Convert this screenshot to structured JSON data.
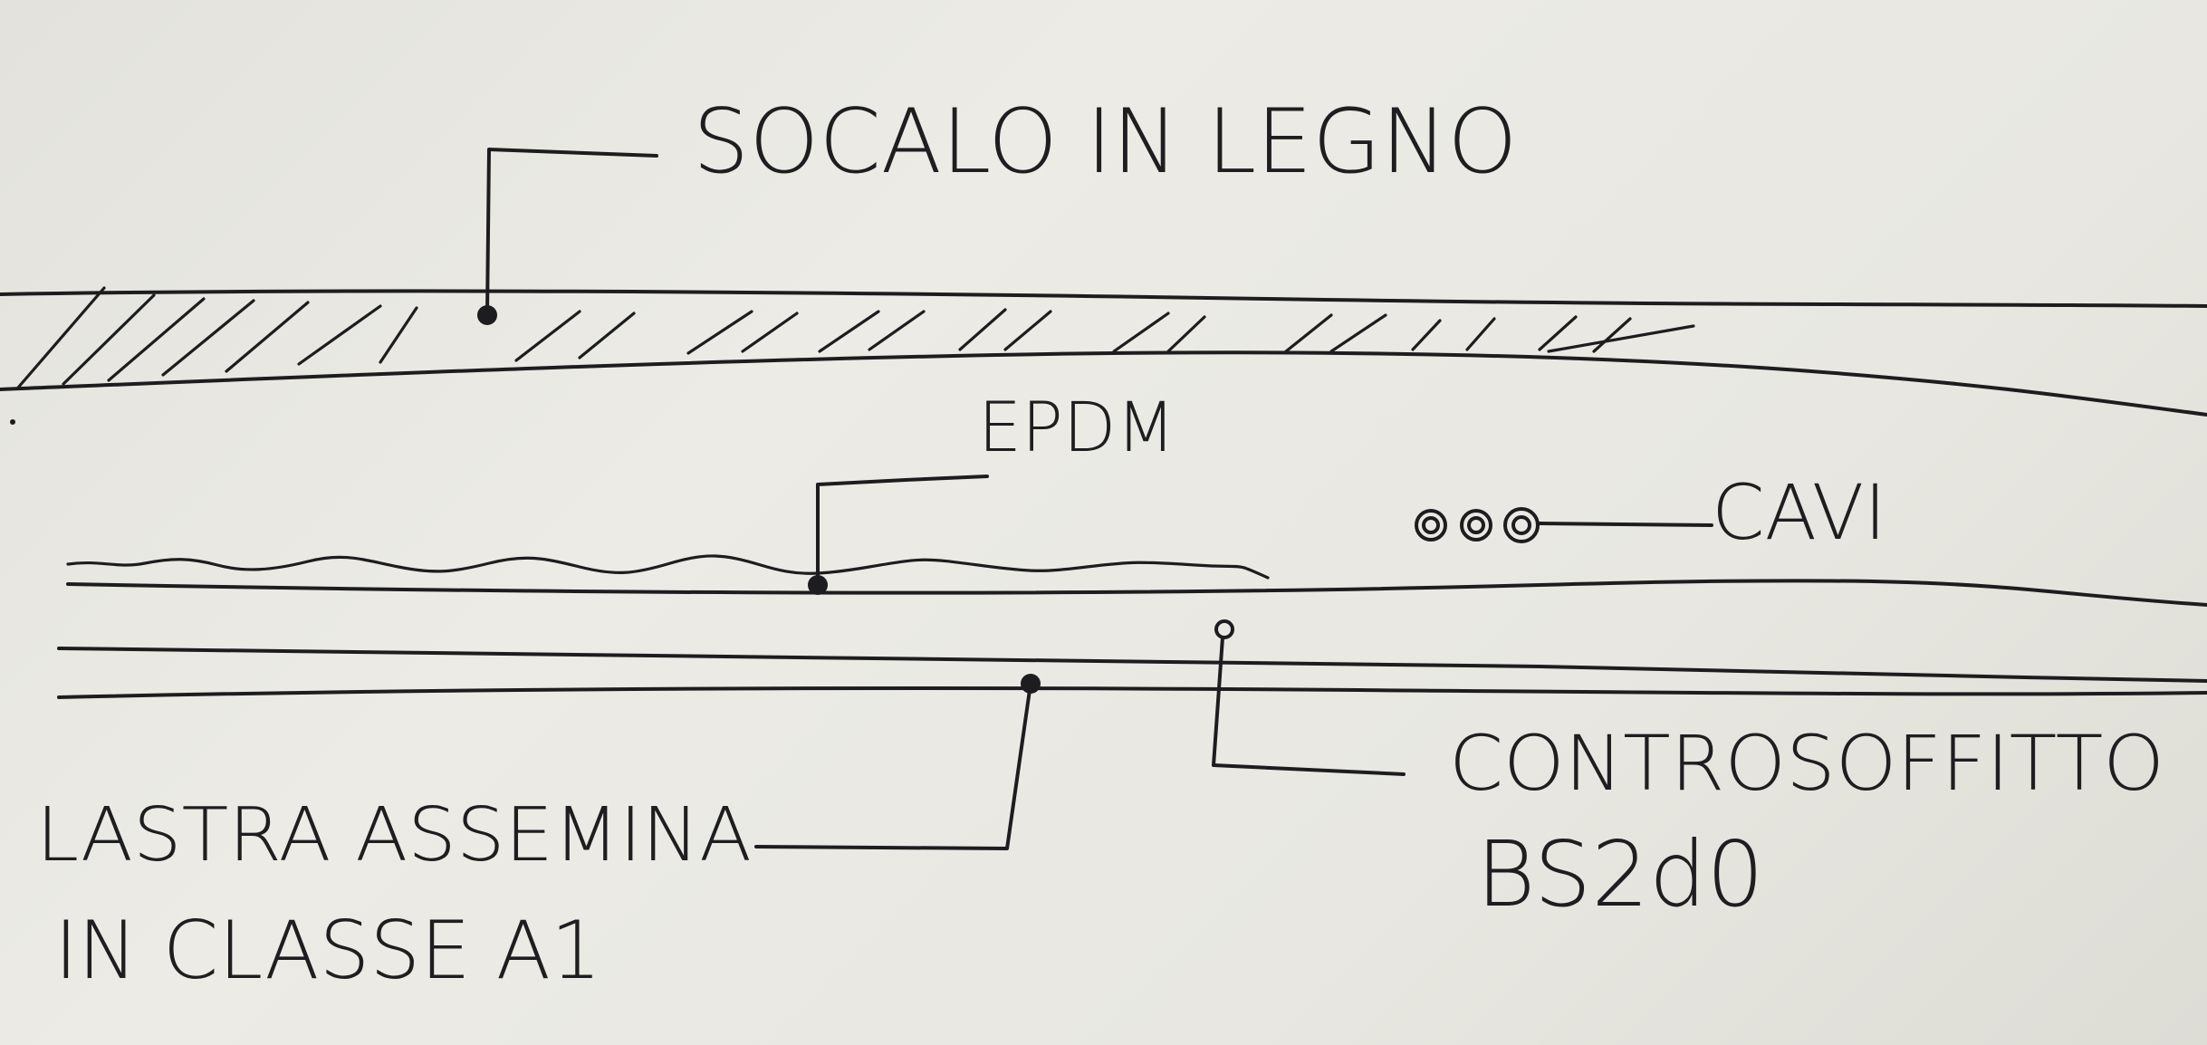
{
  "labels": {
    "socalo": "SOCALO IN LEGNO",
    "epdm": "EPDM",
    "cavi": "CAVI",
    "controsoffitto": "CONTROSOFFITTO",
    "bs2d0": "BS2d0",
    "lastra_line1": "LASTRA ASSEMINA",
    "lastra_line2": "IN CLASSE A1"
  }
}
